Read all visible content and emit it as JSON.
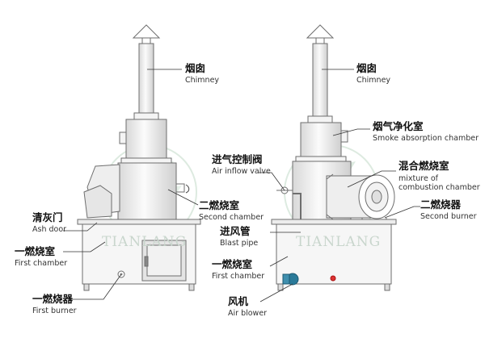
{
  "watermark": "TIANLANG",
  "left_unit": {
    "chimney": {
      "zh": "烟囱",
      "en": "Chimney"
    },
    "second_chamber": {
      "zh": "二燃烧室",
      "en": "Second chamber"
    },
    "ash_door": {
      "zh": "清灰门",
      "en": "Ash door"
    },
    "first_chamber": {
      "zh": "一燃烧室",
      "en": "First chamber"
    },
    "first_burner": {
      "zh": "一燃烧器",
      "en": "First burner"
    }
  },
  "right_unit": {
    "chimney": {
      "zh": "烟囱",
      "en": "Chimney"
    },
    "smoke_absorption": {
      "zh": "烟气净化室",
      "en": "Smoke absorption chamber"
    },
    "air_inflow_valve": {
      "zh": "进气控制阀",
      "en": "Air inflow valve"
    },
    "mixture_chamber": {
      "zh": "混合燃烧室",
      "en": "mixture of combustion chamber"
    },
    "second_burner": {
      "zh": "二燃烧器",
      "en": "Second burner"
    },
    "blast_pipe": {
      "zh": "进风管",
      "en": "Blast pipe"
    },
    "first_chamber": {
      "zh": "一燃烧室",
      "en": "First chamber"
    },
    "air_blower": {
      "zh": "风机",
      "en": "Air blower"
    }
  },
  "colors": {
    "line": "#6e6e6e",
    "fill": "#f4f4f4",
    "shade": "#e2e2e2",
    "accent": "#2a7a99",
    "logo": "#9fc6a8"
  }
}
